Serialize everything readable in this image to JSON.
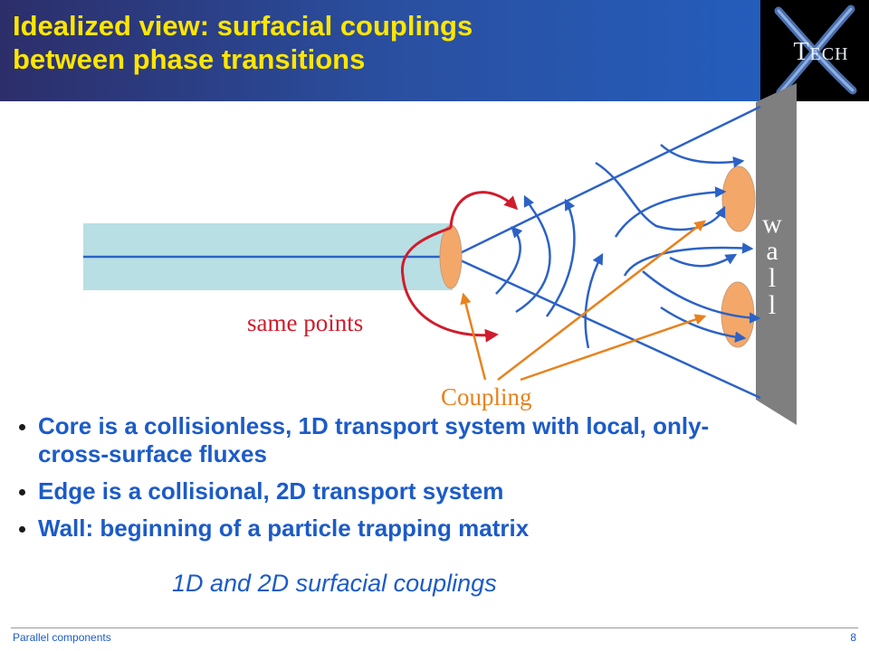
{
  "header": {
    "title_line1": "Idealized view: surfacial couplings",
    "title_line2": "between phase transitions",
    "logo_first": "T",
    "logo_rest": "ECH"
  },
  "diagram": {
    "wall_letters": [
      "w",
      "a",
      "l",
      "l"
    ],
    "same_points_label": "same points",
    "coupling_label": "Coupling",
    "colors": {
      "core_fill": "#b8dfe3",
      "flux_line": "#2c62c5",
      "same_points_arrow": "#d01c2c",
      "coupling_arrow": "#e8821e",
      "ellipse_fill": "#f3a86a",
      "wall_fill": "#7f7f7f"
    }
  },
  "bullets": [
    "Core is a collisionless, 1D transport system with local, only-cross-surface fluxes",
    "Edge is a collisional, 2D transport system",
    "Wall: beginning of a particle trapping matrix"
  ],
  "subtitle": "1D and 2D surfacial couplings",
  "footer": {
    "left": "Parallel components",
    "page_number": "8"
  }
}
